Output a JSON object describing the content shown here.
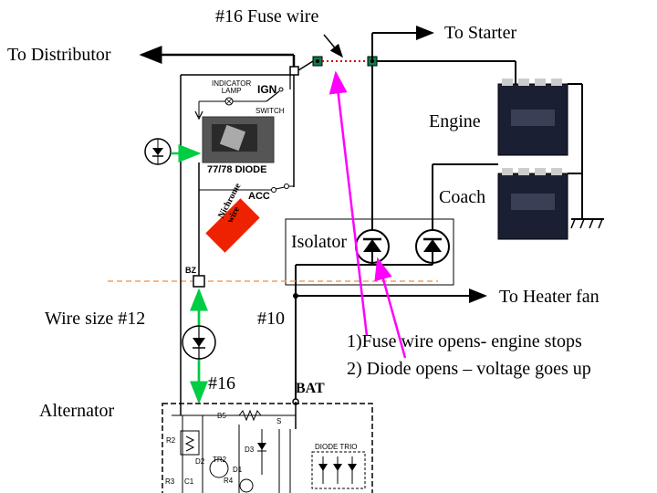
{
  "labels": {
    "fuse_wire": "#16 Fuse wire",
    "to_distributor": "To Distributor",
    "to_starter": "To Starter",
    "engine": "Engine",
    "coach": "Coach",
    "isolator": "Isolator",
    "to_heater_fan": "To Heater fan",
    "wire_size_12": "Wire size  #12",
    "wire_10": "#10",
    "wire_16": "#16",
    "note_1": "1)Fuse wire opens- engine stops",
    "note_2": "2) Diode opens – voltage goes up",
    "alternator": "Alternator",
    "bat": "BAT",
    "indicator_lamp": "INDICATOR\nLAMP",
    "ign": "IGN",
    "switch": "SWITCH",
    "diode_7778": "77/78 DIODE",
    "acc": "ACC",
    "nichrome_wire": "Nichrome\nwire",
    "bz": "BZ",
    "diode_trio": "DIODE  TRIO",
    "r2": "R2",
    "r3": "R3",
    "r4": "R4",
    "c1": "C1",
    "d1": "D1",
    "d2": "D2",
    "d3": "D3",
    "tr2": "TR2",
    "b5": "B5",
    "s": "S"
  },
  "colors": {
    "wire": "#000000",
    "fuse": "#cc0000",
    "callout": "#ff00ff",
    "green": "#00cc44",
    "nichrome": "#ee2200",
    "dashed_divider": "#f0a060",
    "battery": "#1a1f33",
    "fuse_terminal": "#0f7a4a"
  }
}
